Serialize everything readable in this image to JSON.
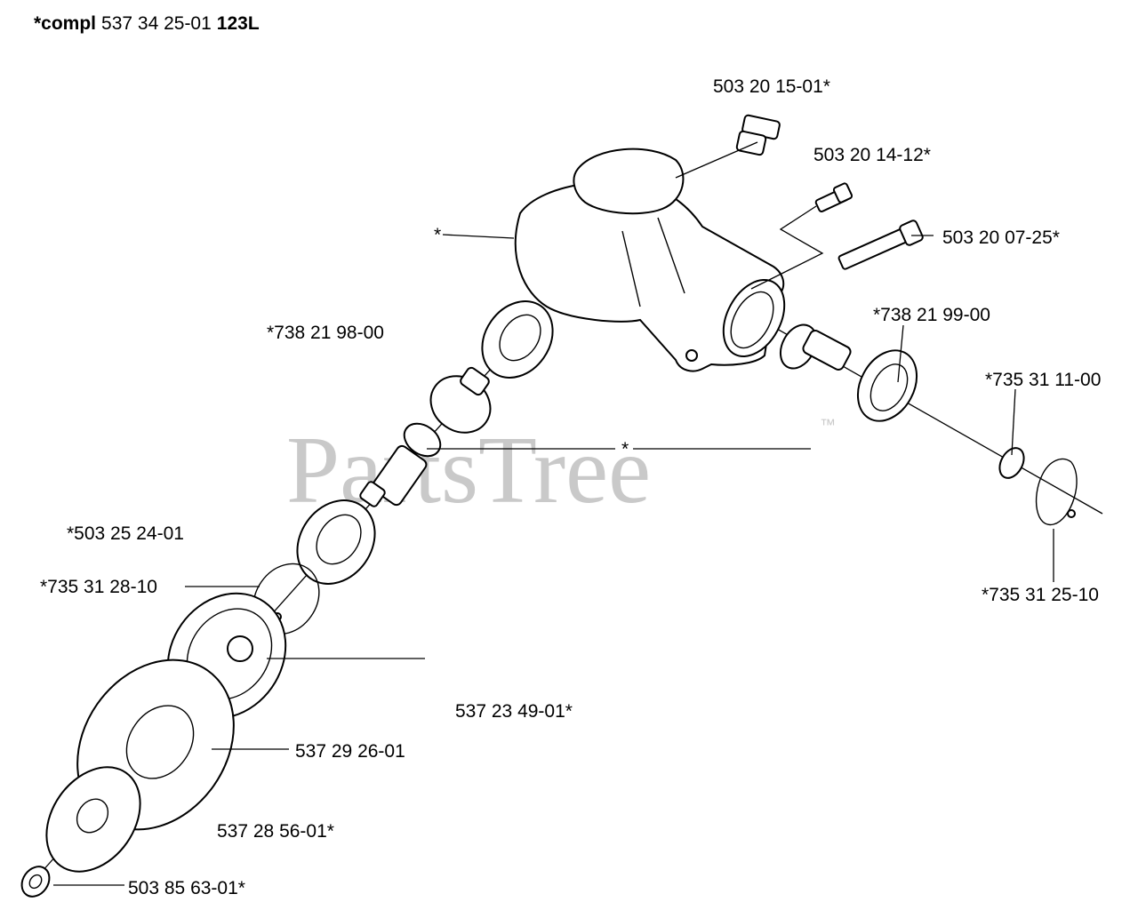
{
  "header": {
    "prefix": "*compl",
    "part_number": "537 34 25-01",
    "model": "123L"
  },
  "watermark": {
    "text": "PartsTree",
    "trademark": "™"
  },
  "labels": {
    "plug": "503 20 15-01*",
    "screw_short": "503 20 14-12*",
    "screw_long": "503 20 07-25*",
    "housing": "*",
    "bearing_top": "*738 21 98-00",
    "seal_right": "*738 21 99-00",
    "ring_small": "*735 31 11-00",
    "circlip_right": "*735 31 25-10",
    "shaft_gear": "*",
    "bearing_lower": "*503 25 24-01",
    "circlip_left": "*735 31 28-10",
    "cover": "537 23 49-01*",
    "disc": "537 29 26-01",
    "washer": "537 28 56-01*",
    "nut": "503 85 63-01*"
  }
}
